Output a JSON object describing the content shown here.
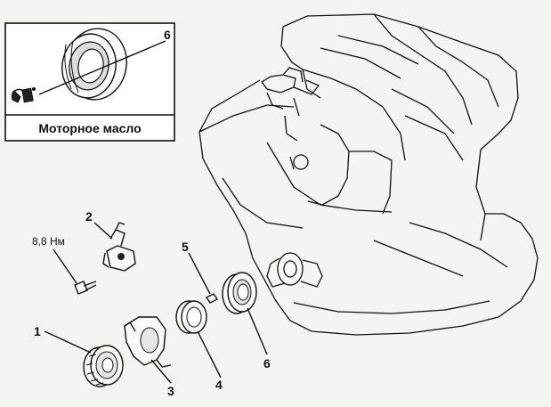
{
  "inset": {
    "caption": "Моторное масло",
    "callout": "6"
  },
  "labels": {
    "part1": "1",
    "part2": "2",
    "part3": "3",
    "part4": "4",
    "part5": "5",
    "part6": "6",
    "torque": "8,8 Нм"
  },
  "colors": {
    "ink": "#111111",
    "paper": "#f4f4f2"
  }
}
